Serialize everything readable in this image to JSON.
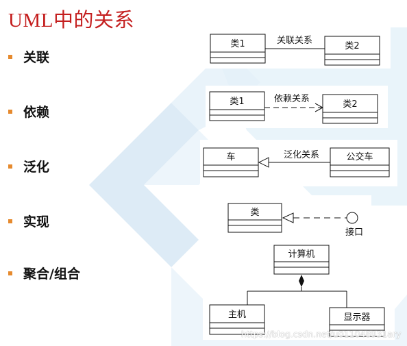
{
  "slide": {
    "title": "UML中的关系",
    "bullets": [
      "关联",
      "依赖",
      "泛化",
      "实现",
      "聚合/组合"
    ]
  },
  "association": {
    "left_class": "类1",
    "right_class": "类2",
    "label": "关联关系"
  },
  "dependency": {
    "left_class": "类1",
    "right_class": "类2",
    "label": "依赖关系"
  },
  "generalization": {
    "parent_class": "车",
    "child_class": "公交车",
    "label": "泛化关系"
  },
  "realization": {
    "class": "类",
    "interface": "接口"
  },
  "aggregation": {
    "whole": "计算机",
    "parts": [
      "主机",
      "显示器"
    ]
  },
  "watermark": "https://blog.csdn.net/u011048931ary",
  "colors": {
    "title": "#c41e1e",
    "bullet": "#e68a2e",
    "ribbon": "#d6e9f5"
  }
}
